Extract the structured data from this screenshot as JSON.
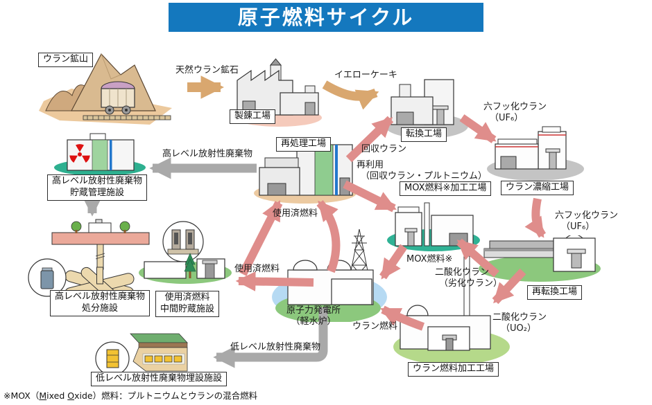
{
  "title": "原子燃料サイクル",
  "facilities": {
    "mine": {
      "label": "ウラン鉱山"
    },
    "refining": {
      "label": "製錬工場"
    },
    "conversion": {
      "label": "転換工場"
    },
    "enrichment": {
      "label": "ウラン濃縮工場"
    },
    "reconversion": {
      "label": "再転換工場"
    },
    "uranium_fuel_fab": {
      "label": "ウラン燃料加工工場"
    },
    "mox_fuel_fab": {
      "label": "MOX燃料※加工工場"
    },
    "reprocessing": {
      "label": "再処理工場"
    },
    "power_plant": {
      "line1": "原子力発電所",
      "line2": "（軽水炉）"
    },
    "hlw_storage": {
      "line1": "高レベル放射性廃棄物",
      "line2": "貯蔵管理施設"
    },
    "hlw_disposal": {
      "line1": "高レベル放射性廃棄物",
      "line2": "処分施設"
    },
    "interim_storage": {
      "line1": "使用済燃料",
      "line2": "中間貯蔵施設"
    },
    "llw_burial": {
      "label": "低レベル放射性廃棄物埋設施設"
    }
  },
  "flows": {
    "natural_uranium_ore": "天然ウラン鉱石",
    "yellow_cake": "イエローケーキ",
    "uf6_top": {
      "line1": "六フッ化ウラン",
      "line2": "（UF₆）"
    },
    "uf6_mid": {
      "line1": "六フッ化ウラン",
      "line2": "（UF₆）"
    },
    "recovered_uranium": "回収ウラン",
    "reuse": {
      "line1": "再利用",
      "line2": "（回収ウラン・プルトニウム）"
    },
    "mox_fuel": "MOX燃料※",
    "uo2_depleted": {
      "line1": "二酸化ウラン",
      "line2": "（劣化ウラン）"
    },
    "uo2": {
      "line1": "二酸化ウラン",
      "line2": "（UO₂）"
    },
    "uranium_fuel": "ウラン燃料",
    "spent_fuel_to_reprocessing": "使用済燃料",
    "spent_fuel_to_interim": "使用済燃料",
    "hlw": "高レベル放射性廃棄物",
    "llw": "低レベル放射性廃棄物"
  },
  "footnote": {
    "part1": "※MOX（",
    "m": "M",
    "part2": "ixed ",
    "o": "O",
    "part3": "xide）燃料：プルトニウムとウランの混合燃料"
  },
  "colors": {
    "title_bar_blue": "#1478be",
    "material_arrow_tan": "#d9a76f",
    "fuel_arrow_pink": "#df8d8b",
    "waste_arrow_gray": "#a9a9a9",
    "oval_gray": "#c4c4c4",
    "oval_green": "#8cc87d",
    "oval_light_green": "#b5d98a",
    "oval_teal": "#30b295",
    "oval_blue": "#b6daf3",
    "oval_tan": "#eccaa1",
    "radiation_red": "#dd1111",
    "stripe_green": "#8fcc8f",
    "stripe_blue": "#2277cc",
    "drum_yellow": "#f2c233"
  }
}
